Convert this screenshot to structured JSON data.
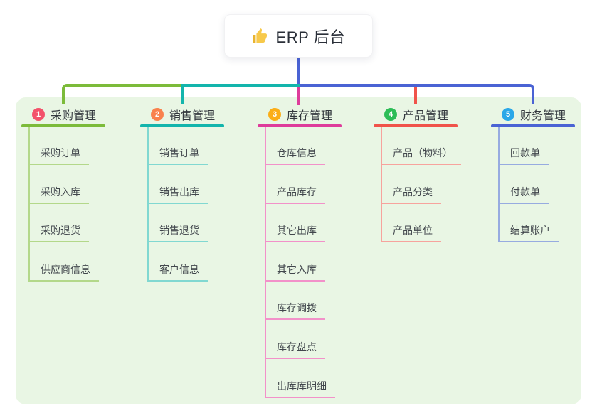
{
  "root": {
    "title": "ERP 后台",
    "icon": "thumbs-up-icon"
  },
  "colors": {
    "canvas_bg": "#ffffff",
    "panel_bg": "#e9f6e4",
    "root_stem": "#4a63d4",
    "root_text": "#2a2f38",
    "branch_text": "#33383e",
    "child_text": "#41464c"
  },
  "branches": [
    {
      "badge": "1",
      "label": "采购管理",
      "badge_color": "#f3536b",
      "line_color": "#7cbb3a",
      "light_color": "#b3d88a",
      "items": [
        "采购订单",
        "采购入库",
        "采购退货",
        "供应商信息"
      ]
    },
    {
      "badge": "2",
      "label": "销售管理",
      "badge_color": "#f9824d",
      "line_color": "#13b5ac",
      "light_color": "#81d8d1",
      "items": [
        "销售订单",
        "销售出库",
        "销售退货",
        "客户信息"
      ]
    },
    {
      "badge": "3",
      "label": "库存管理",
      "badge_color": "#fbae17",
      "line_color": "#de3c9b",
      "light_color": "#f291c9",
      "items": [
        "仓库信息",
        "产品库存",
        "其它出库",
        "其它入库",
        "库存调拨",
        "库存盘点",
        "出库库明细"
      ]
    },
    {
      "badge": "4",
      "label": "产品管理",
      "badge_color": "#2dbd57",
      "line_color": "#f0534a",
      "light_color": "#f7a39d",
      "items": [
        "产品（物料）",
        "产品分类",
        "产品单位"
      ]
    },
    {
      "badge": "5",
      "label": "财务管理",
      "badge_color": "#2ba8e8",
      "line_color": "#4a63d4",
      "light_color": "#97abe0",
      "items": [
        "回款单",
        "付款单",
        "结算账户"
      ]
    }
  ]
}
